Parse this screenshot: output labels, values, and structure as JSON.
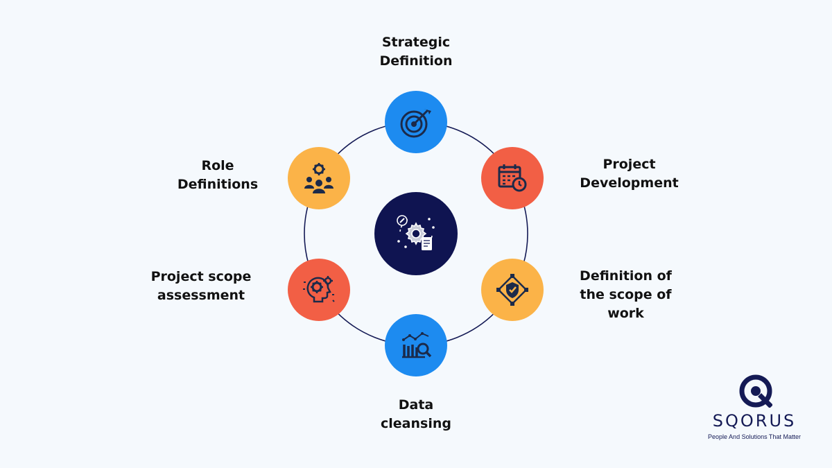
{
  "diagram": {
    "center_icon": "gear-wrench-document-icon",
    "nodes": [
      {
        "id": "strategic",
        "label": "Strategic\nDefinition",
        "icon": "target-arrow-icon",
        "color": "#1d8bf0"
      },
      {
        "id": "project-dev",
        "label": "Project\nDevelopment",
        "icon": "calendar-clock-icon",
        "color": "#f25f45"
      },
      {
        "id": "scope-work",
        "label": "Definition of\nthe scope of\nwork",
        "icon": "shield-network-icon",
        "color": "#fbb348"
      },
      {
        "id": "data-cleansing",
        "label": "Data\ncleansing",
        "icon": "chart-magnifier-icon",
        "color": "#1d8bf0"
      },
      {
        "id": "scope-assessment",
        "label": "Project scope\nassessment",
        "icon": "head-gears-icon",
        "color": "#f25f45"
      },
      {
        "id": "role-def",
        "label": "Role\nDefinitions",
        "icon": "team-gear-icon",
        "color": "#fbb348"
      }
    ],
    "colors": {
      "ring": "#141a55",
      "center": "#0f1451",
      "icon_dark": "#1b2a4a"
    }
  },
  "brand": {
    "name": "SQORUS",
    "tagline": "People And Solutions That Matter",
    "icon": "sqorus-logo-icon",
    "color": "#141a55"
  }
}
